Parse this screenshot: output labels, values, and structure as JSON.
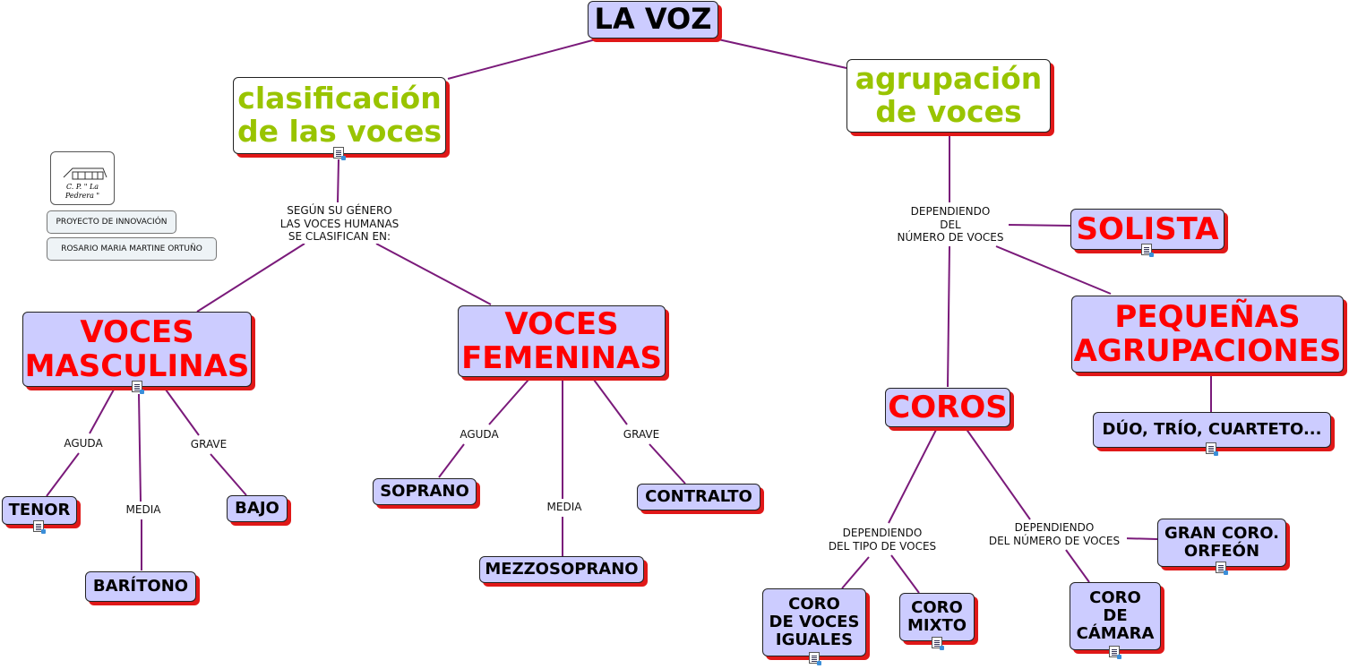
{
  "title": "LA VOZ",
  "branches": {
    "clasificacion": "clasificación\nde las voces",
    "agrupacion": "agrupación\nde voces"
  },
  "link_labels": {
    "segun": "SEGÚN SU GÉNERO\nLAS VOCES HUMANAS\nSE CLASIFICAN EN:",
    "dependiendo_numero": "DEPENDIENDO\nDEL\nNÚMERO DE VOCES",
    "aguda_m": "AGUDA",
    "media_m": "MEDIA",
    "grave_m": "GRAVE",
    "aguda_f": "AGUDA",
    "media_f": "MEDIA",
    "grave_f": "GRAVE",
    "dep_tipo": "DEPENDIENDO\nDEL TIPO DE VOCES",
    "dep_num": "DEPENDIENDO\nDEL NÚMERO DE VOCES"
  },
  "nodes": {
    "voces_masculinas": "VOCES\nMASCULINAS",
    "voces_femeninas": "VOCES\nFEMENINAS",
    "tenor": "TENOR",
    "baritono": "BARÍTONO",
    "bajo": "BAJO",
    "soprano": "SOPRANO",
    "mezzosoprano": "MEZZOSOPRANO",
    "contralto": "CONTRALTO",
    "solista": "SOLISTA",
    "pequenas": "PEQUEÑAS\nAGRUPACIONES",
    "duo": "DÚO, TRÍO, CUARTETO...",
    "coros": "COROS",
    "coro_iguales": "CORO\nDE VOCES\nIGUALES",
    "coro_mixto": "CORO\nMIXTO",
    "coro_camara": "CORO\nDE\nCÁMARA",
    "gran_coro": "GRAN CORO.\nORFEÓN"
  },
  "sidebar": {
    "logo_text": "C. P. \" La Pedrera \"",
    "proyecto": "PROYECTO DE INNOVACIÓN",
    "autor": "ROSARIO MARIA MARTINE ORTUÑO"
  },
  "colors": {
    "node_fill": "#ccccff",
    "shadow": "#e01818",
    "link": "#7a1a7a",
    "red_text": "#ff0000",
    "green_text": "#99c400"
  }
}
